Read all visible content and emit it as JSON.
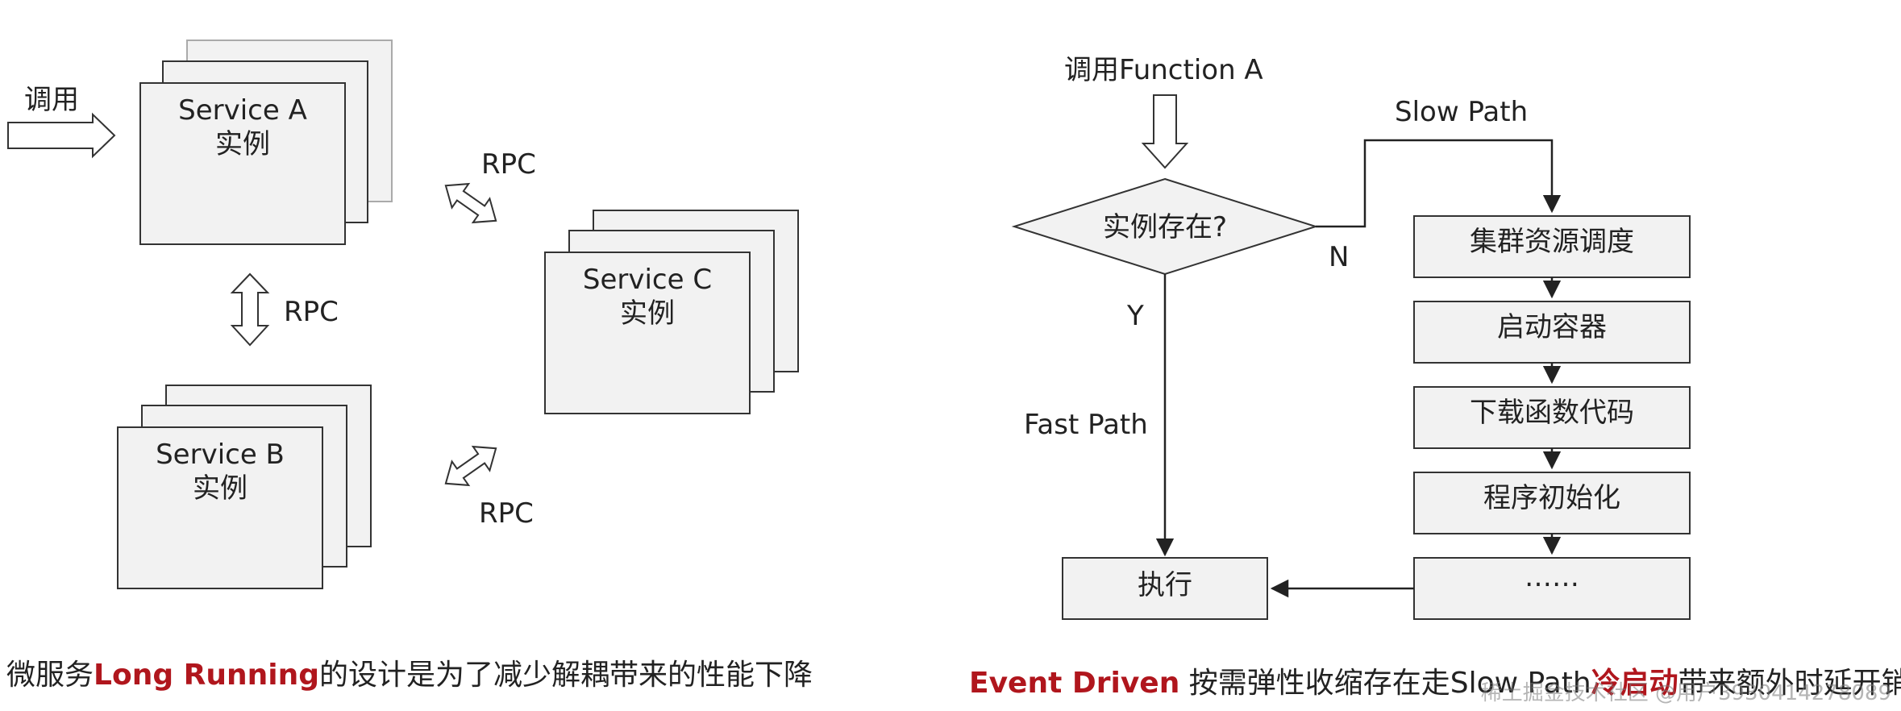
{
  "left": {
    "call_label": "调用",
    "service_a": {
      "name": "Service A",
      "sub": "实例"
    },
    "service_b": {
      "name": "Service B",
      "sub": "实例"
    },
    "service_c": {
      "name": "Service C",
      "sub": "实例"
    },
    "rpc_ab": "RPC",
    "rpc_ac": "RPC",
    "rpc_bc": "RPC",
    "caption_prefix": "微服务",
    "caption_highlight": "Long Running",
    "caption_suffix": "的设计是为了减少解耦带来的性能下降"
  },
  "right": {
    "call_label": "调用Function A",
    "decision": "实例存在?",
    "no_label": "N",
    "yes_label": "Y",
    "slow_path": "Slow Path",
    "fast_path": "Fast Path",
    "steps": [
      "集群资源调度",
      "启动容器",
      "下载函数代码",
      "程序初始化",
      "……"
    ],
    "execute": "执行",
    "caption_highlight": "Event Driven",
    "caption_middle": " 按需弹性收缩存在走Slow Path",
    "caption_highlight2": "冷启动",
    "caption_suffix": "带来额外时延开销"
  },
  "watermark": "稀土掘金技术社区 @用户3930414278089",
  "colors": {
    "box_fill": "#f2f2f2",
    "stroke": "#333333",
    "accent": "#b0161d"
  }
}
